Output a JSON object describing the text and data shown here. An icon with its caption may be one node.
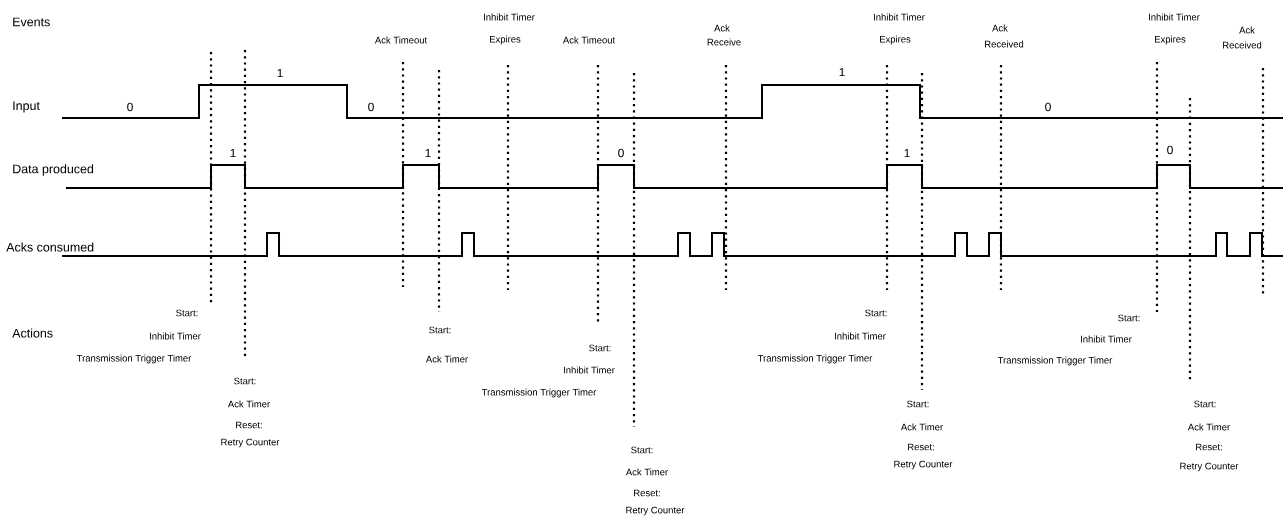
{
  "diagram": {
    "labels": [
      "Events",
      "Input",
      "Data produced",
      "Acks consumed",
      "Actions",
      "0",
      "1",
      "0",
      "1",
      "0",
      "1",
      "1",
      "0",
      "1",
      "0",
      "Ack Timeout",
      "Inhibit Timer",
      "Expires",
      "Ack Timeout",
      "Ack",
      "Receive",
      "Inhibit Timer",
      "Expires",
      "Ack",
      "Received",
      "Inhibit Timer",
      "Expires",
      "Ack",
      "Received",
      "Start:",
      "Inhibit Timer",
      "Transmission Trigger Timer",
      "Start:",
      "Ack Timer",
      "Reset:",
      "Retry Counter",
      "Start:",
      "Ack Timer",
      "Start:",
      "Inhibit Timer",
      "Transmission Trigger Timer",
      "Start:",
      "Ack Timer",
      "Reset:",
      "Retry Counter",
      "Start:",
      "Inhibit Timer",
      "Transmission Trigger Timer",
      "Start:",
      "Ack Timer",
      "Reset:",
      "Retry Counter",
      "Start:",
      "Inhibit Timer",
      "Transmission Trigger Timer",
      "Start:",
      "Ack Timer",
      "Reset:",
      "Retry Counter"
    ]
  }
}
